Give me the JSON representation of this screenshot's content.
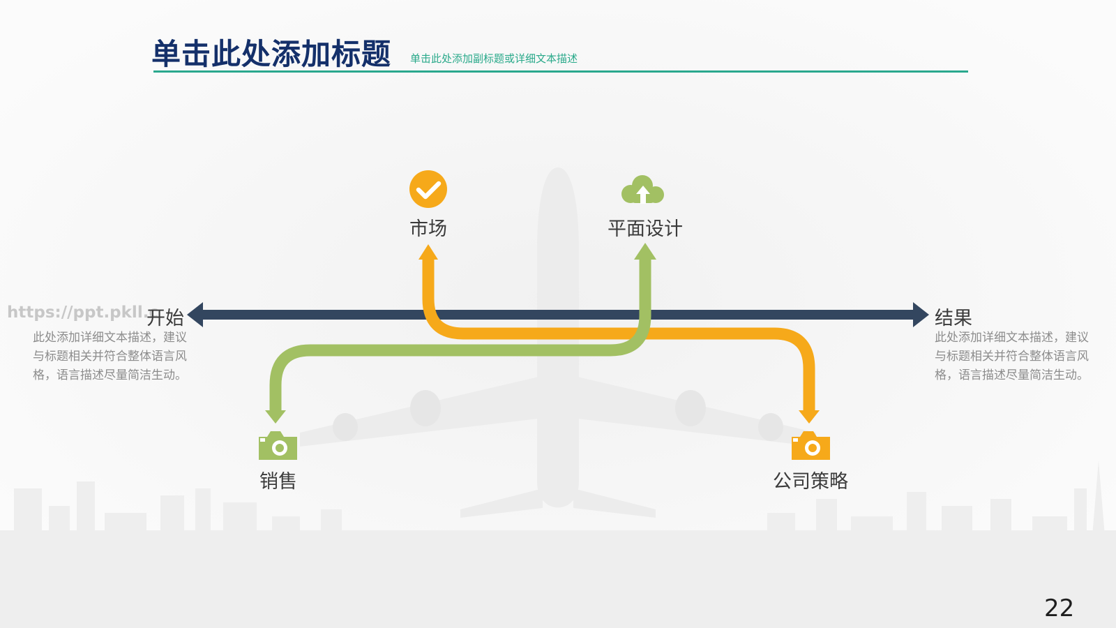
{
  "header": {
    "title": "单击此处添加标题",
    "subtitle": "单击此处添加副标题或详细文本描述"
  },
  "watermark": "https://ppt.pkll.c",
  "timeline": {
    "start_label": "开始",
    "end_label": "结果",
    "start_description": "此处添加详细文本描述，建议与标题相关并符合整体语言风格，语言描述尽量简洁生动。",
    "end_description": "此处添加详细文本描述，建议与标题相关并符合整体语言风格，语言描述尽量简洁生动。"
  },
  "nodes": {
    "market": {
      "label": "市场",
      "icon": "check-circle-icon",
      "color": "#f6a91a"
    },
    "graphic_design": {
      "label": "平面设计",
      "icon": "cloud-upload-icon",
      "color": "#a2c063"
    },
    "sales": {
      "label": "销售",
      "icon": "camera-icon",
      "color": "#a2c063"
    },
    "company_strategy": {
      "label": "公司策略",
      "icon": "camera-icon",
      "color": "#f6a91a"
    }
  },
  "colors": {
    "axis": "#33465f",
    "orange": "#f6a91a",
    "green": "#a2c063",
    "title": "#14306a",
    "accent": "#2aa88e"
  },
  "page_number": "22"
}
